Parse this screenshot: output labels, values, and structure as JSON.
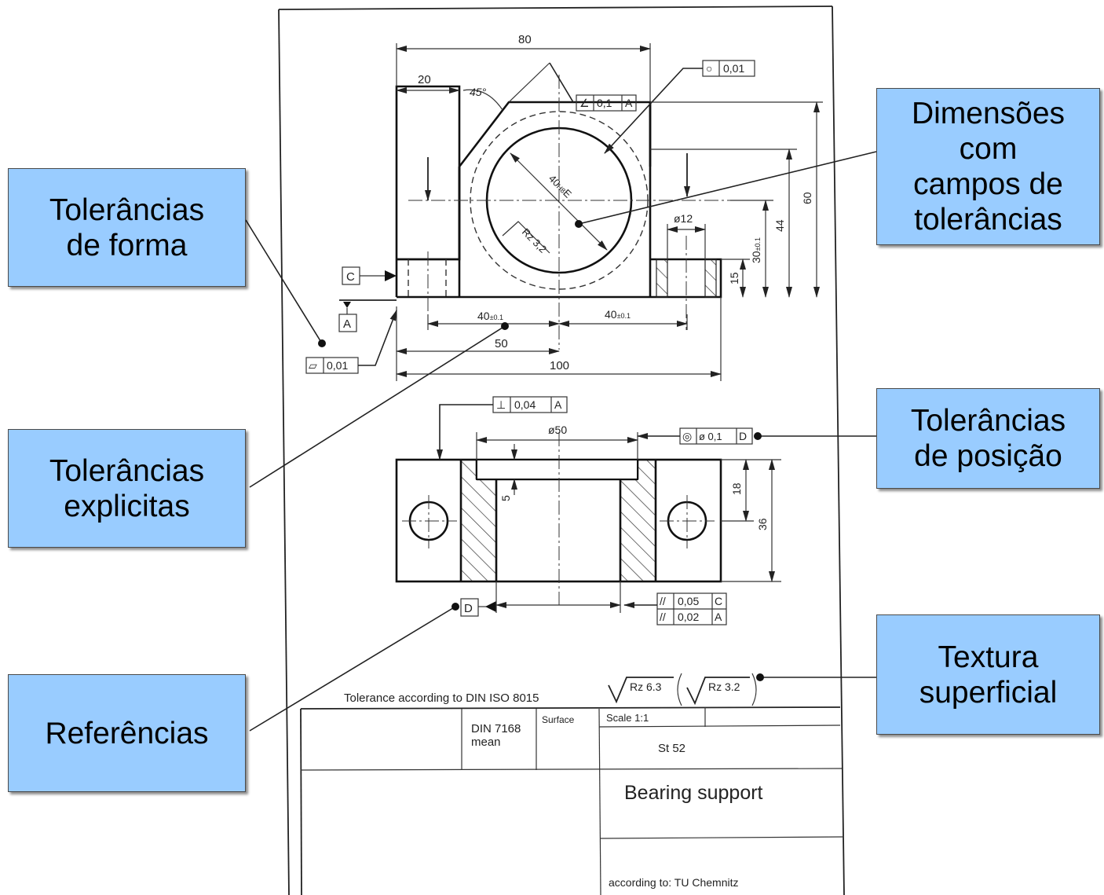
{
  "callouts": {
    "form_tolerances": "Tolerâncias\nde forma",
    "dimensions_tolerance_fields": "Dimensões\ncom\ncampos de\ntolerâncias",
    "explicit_tolerances": "Tolerâncias\nexplicitas",
    "position_tolerances": "Tolerâncias\nde posição",
    "references": "Referências",
    "surface_texture": "Textura\nsuperficial"
  },
  "drawing": {
    "top_view": {
      "dim_80": "80",
      "dim_20": "20",
      "angle_45": "45°",
      "angularity_symbol": "∠",
      "angularity_value": "0,1",
      "angularity_datum": "A",
      "circularity_symbol": "○",
      "circularity_value": "0,01",
      "bore_dim": "40",
      "bore_fit": "H8",
      "bore_envelope": "E",
      "roughness_bore": "Rz 3,2",
      "dim_phi12": "ø12",
      "dim_60": "60",
      "dim_44": "44",
      "dim_30": "30",
      "dim_30_tol": "±0.1",
      "dim_15": "15",
      "datum_c": "C",
      "datum_a": "A",
      "dim_40_left": "40",
      "dim_40_left_tol": "±0.1",
      "dim_40_right": "40",
      "dim_40_right_tol": "±0.1",
      "dim_50": "50",
      "dim_100": "100",
      "flatness_symbol": "▱",
      "flatness_value": "0,01"
    },
    "front_view": {
      "perp_symbol": "⊥",
      "perp_value": "0,04",
      "perp_datum": "A",
      "dim_phi50": "ø50",
      "coax_symbol": "◎",
      "coax_value": "ø 0,1",
      "coax_datum": "D",
      "dim_5": "5",
      "dim_18": "18",
      "dim_36": "36",
      "datum_d": "D",
      "par_symbol": "//",
      "par1_value": "0,05",
      "par1_datum": "C",
      "par2_value": "0,02",
      "par2_datum": "A"
    },
    "notes": {
      "tolerance_note": "Tolerance according to DIN ISO 8015",
      "roughness_general": "Rz 6.3",
      "roughness_other": "Rz 3.2"
    },
    "title_block": {
      "din": "DIN 7168",
      "mean": "mean",
      "surface": "Surface",
      "scale": "Scale 1:1",
      "material": "St 52",
      "title": "Bearing support",
      "source": "according to: TU Chemnitz"
    }
  }
}
